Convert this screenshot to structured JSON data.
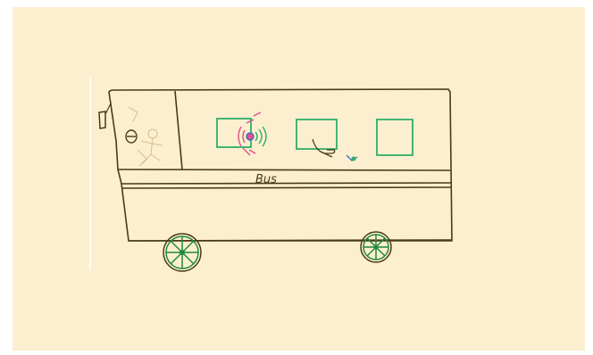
{
  "drawing": {
    "bus_label": "Bus"
  },
  "colors": {
    "paper": "#fcefcf",
    "ink": "#4a3a1a",
    "window": "#2fae6a",
    "wheel_spokes": "#1f8a3a",
    "pink_waves": "#e0508a",
    "blue_mark": "#3a70c8"
  },
  "icons": [
    "bus-outline",
    "driver-figure",
    "wifi-signal",
    "waving-hand",
    "wheel"
  ]
}
